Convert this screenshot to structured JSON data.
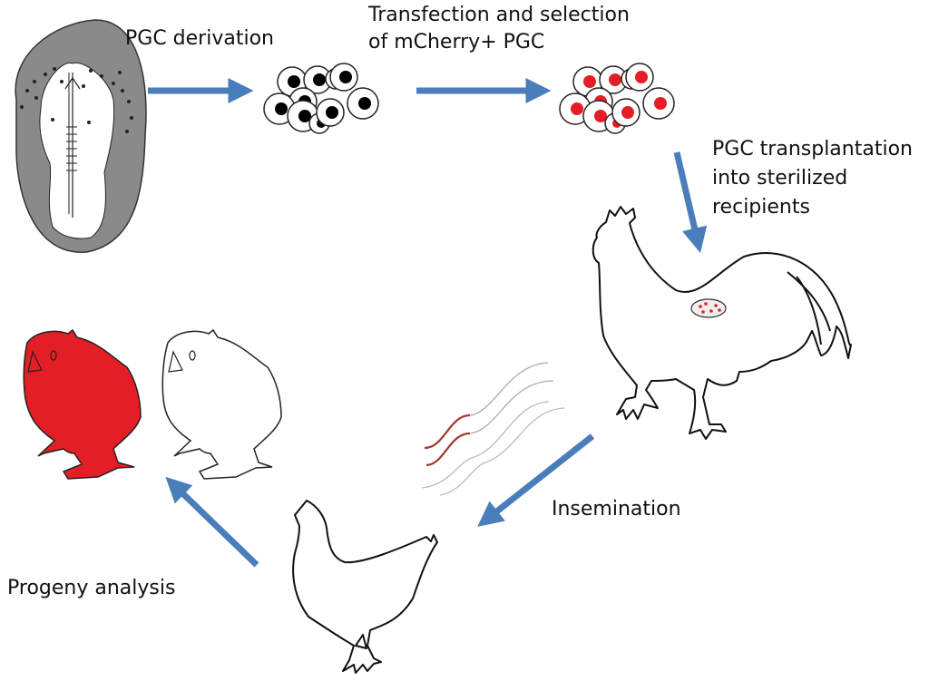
{
  "colors": {
    "arrow": "#4a7ebb",
    "mcherry": "#e41e26",
    "embryo_gray": "#8a8a8a",
    "outline": "#111111"
  },
  "steps": {
    "derivation": "PGC derivation",
    "transfection_line1": "Transfection and selection",
    "transfection_line2": "of mCherry+ PGC",
    "transplant_line1": "PGC transplantation",
    "transplant_line2": "into sterilized",
    "transplant_line3": "recipients",
    "insemination": "Insemination",
    "progeny": "Progeny analysis"
  },
  "nodes": [
    {
      "id": "embryo",
      "icon": "embryo-icon"
    },
    {
      "id": "pgc-cells",
      "icon": "pgc-cell-cluster-icon"
    },
    {
      "id": "mcherry-cells",
      "icon": "mcherry-cell-cluster-icon"
    },
    {
      "id": "rooster",
      "icon": "rooster-icon"
    },
    {
      "id": "sperm",
      "icon": "sperm-icon"
    },
    {
      "id": "hen",
      "icon": "hen-icon"
    },
    {
      "id": "chicks",
      "icon": "chick-icon"
    }
  ]
}
